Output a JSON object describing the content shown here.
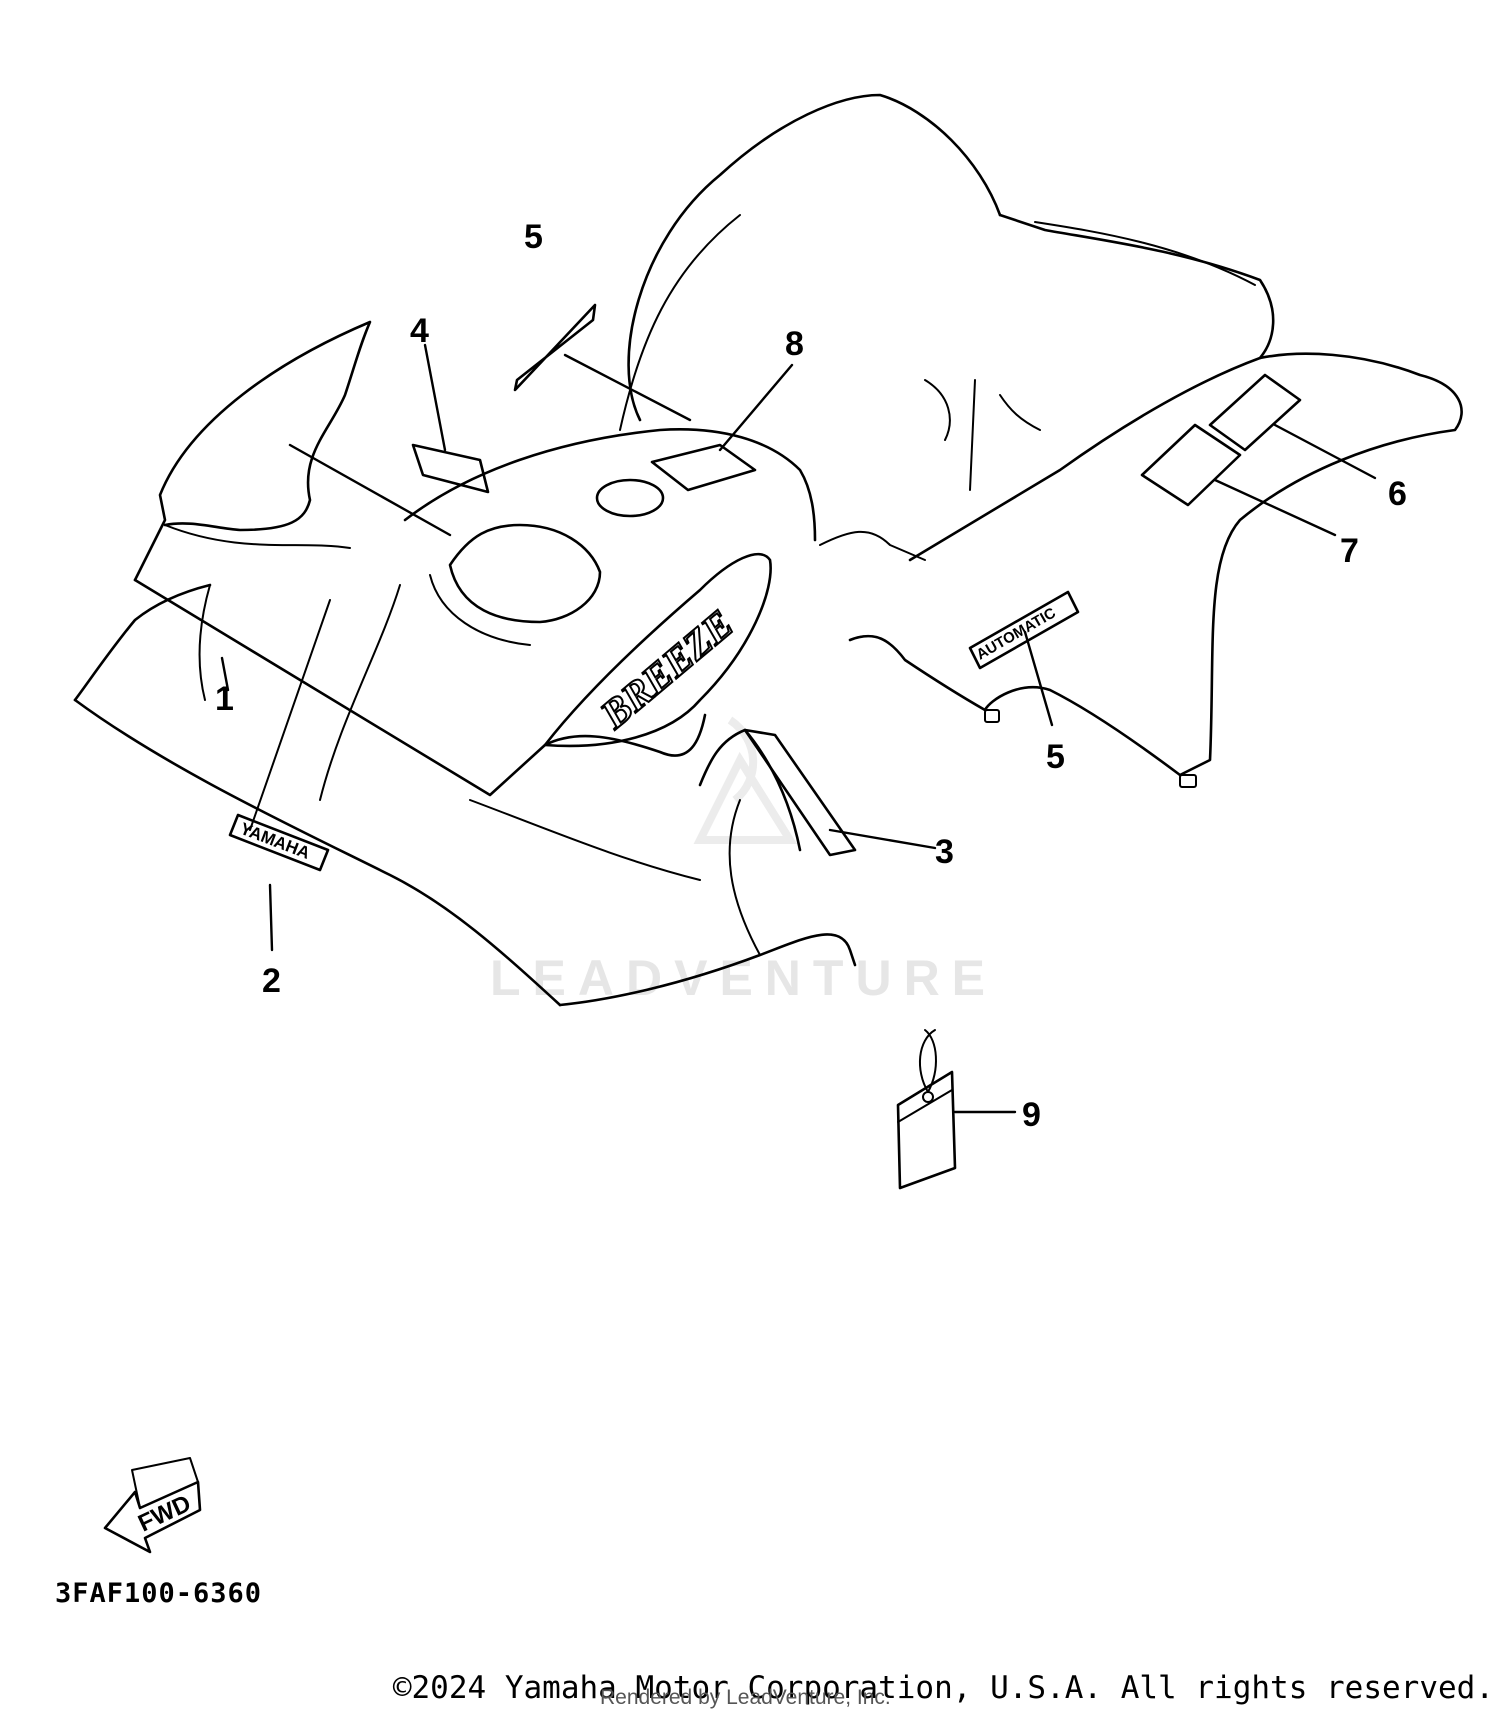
{
  "callouts": [
    {
      "id": "c1",
      "label": "1"
    },
    {
      "id": "c2",
      "label": "2"
    },
    {
      "id": "c3",
      "label": "3"
    },
    {
      "id": "c4",
      "label": "4"
    },
    {
      "id": "c5a",
      "label": "5"
    },
    {
      "id": "c5b",
      "label": "5"
    },
    {
      "id": "c6",
      "label": "6"
    },
    {
      "id": "c7",
      "label": "7"
    },
    {
      "id": "c8",
      "label": "8"
    },
    {
      "id": "c9",
      "label": "9"
    }
  ],
  "decals": {
    "yamaha": "YAMAHA",
    "breeze": "BREEZE",
    "automatic": "AUTOMATIC"
  },
  "fwd_label": "FWD",
  "part_code": "3FAF100-6360",
  "watermark": "LEADVENTURE",
  "copyright": "©2024 Yamaha Motor Corporation, U.S.A. All rights reserved.",
  "rendered_by": "Rendered by LeadVenture, Inc."
}
